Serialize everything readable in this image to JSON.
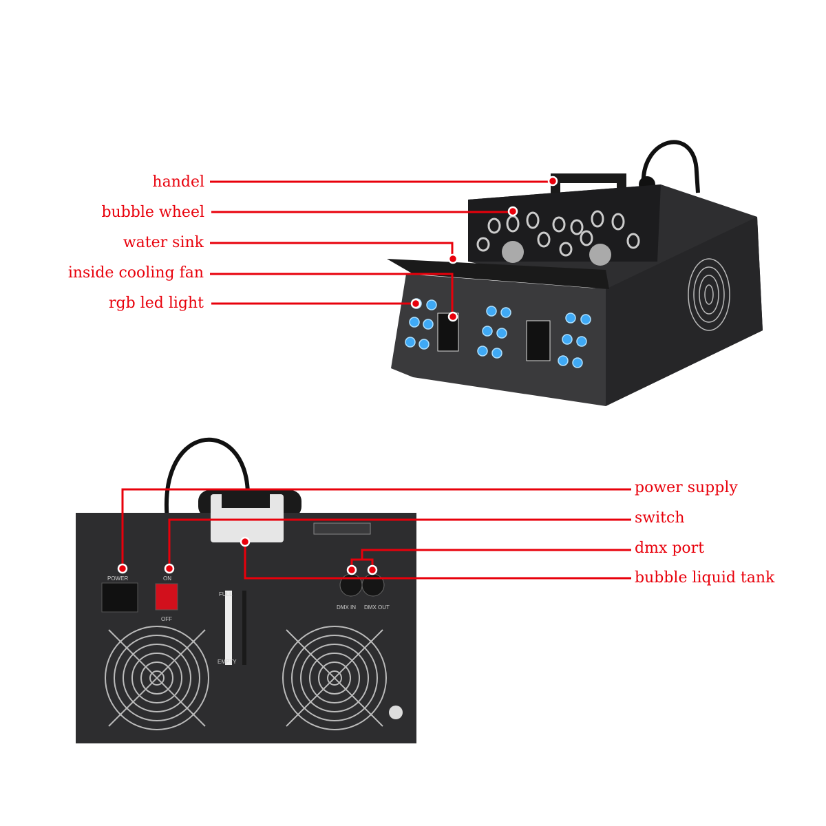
{
  "colors": {
    "accent": "#e8000b",
    "machine": "#2b2b2d",
    "led": "#3fa9f5"
  },
  "front_view": {
    "labels": [
      {
        "id": "handle",
        "text": "handel"
      },
      {
        "id": "bubble-wheel",
        "text": "bubble wheel"
      },
      {
        "id": "water-sink",
        "text": "water sink"
      },
      {
        "id": "inside-cooling-fan",
        "text": "inside cooling fan"
      },
      {
        "id": "rgb-led-light",
        "text": "rgb led light"
      }
    ]
  },
  "back_view": {
    "labels": [
      {
        "id": "power-supply",
        "text": "power supply"
      },
      {
        "id": "switch",
        "text": "switch"
      },
      {
        "id": "dmx-port",
        "text": "dmx port"
      },
      {
        "id": "bubble-liquid-tank",
        "text": "bubble liquid tank"
      }
    ],
    "panel_text": {
      "power": "POWER",
      "on": "ON",
      "off": "OFF",
      "full": "FULL",
      "empty": "EMPTY",
      "dmx_in": "DMX IN",
      "dmx_out": "DMX OUT"
    }
  }
}
